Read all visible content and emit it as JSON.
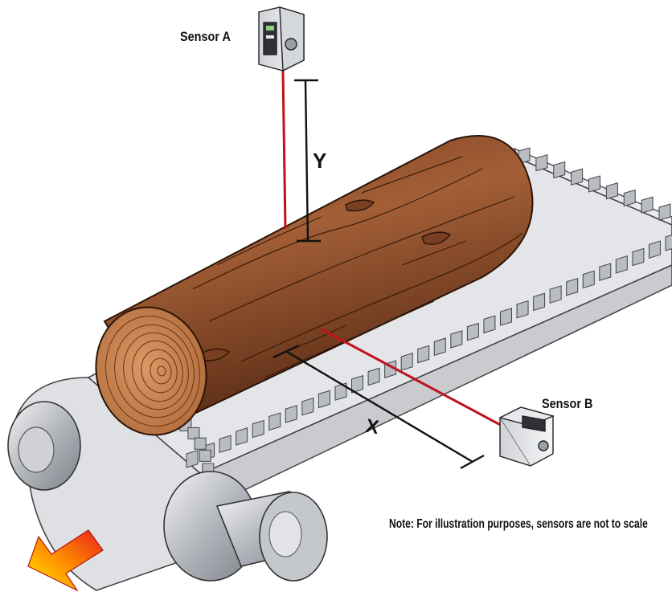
{
  "labels": {
    "sensor_a": "Sensor A",
    "sensor_b": "Sensor B",
    "dim_y": "Y",
    "dim_x": "X",
    "note": "Note: For illustration purposes, sensors are not to scale"
  },
  "colors": {
    "wood": "#8a4a2b",
    "wood_end": "#c98553",
    "laser": "#c0121b",
    "belt": "#e6e7ea",
    "cleat": "#b9bcc2",
    "steel": "#a7abb2",
    "arrow_start": "#ffe000",
    "arrow_end": "#e8201a"
  },
  "icons": [
    "sensor-a-icon",
    "sensor-b-icon",
    "direction-arrow-icon"
  ]
}
